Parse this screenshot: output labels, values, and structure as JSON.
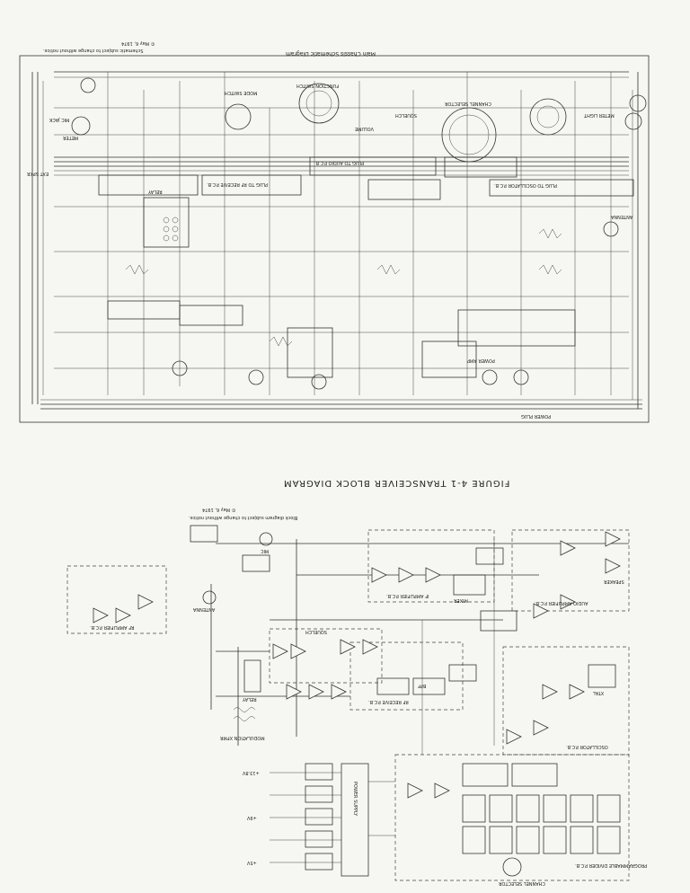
{
  "schematic": {
    "title": "Main Chassis Schematic Diagram",
    "notice": "Schematic subject to change without notice.",
    "date": "© May 6, 1974",
    "labels": {
      "meter": "METER",
      "mode_switch": "MODE SWITCH",
      "function_switch": "FUNCTION SWITCH",
      "channel_selector": "CHANNEL SELECTOR",
      "volume": "VOLUME",
      "squelch": "SQUELCH",
      "power_plug": "POWER PLUG",
      "plug_audio": "PLUG TO AUDIO P.C.B.",
      "plug_rf": "PLUG TO RF RECEIVE P.C.B.",
      "plug_osc": "PLUG TO OSCILLATOR P.C.B.",
      "relay": "RELAY",
      "mic_jack": "MIC JACK",
      "meter_light": "METER LIGHT",
      "speaker": "EXT SPKR",
      "antenna": "ANTENNA",
      "power_amp": "POWER AMP"
    }
  },
  "figure_caption": "FIGURE 4-1   TRANSCEIVER BLOCK DIAGRAM",
  "block_diagram": {
    "date": "© May 6, 1974",
    "notice": "Block diagram subject to change without notice.",
    "sections": {
      "rf_amplifier": "RF AMPLIFIER P.C.B.",
      "if_amplifier": "IF AMPLIFIER P.C.B.",
      "audio_amplifier": "AUDIO AMPLIFIER P.C.B.",
      "rf_receive": "RF RECEIVE P.C.B.",
      "oscillator": "OSCILLATOR P.C.B.",
      "programmable_divider": "PROGRAMMABLE DIVIDER P.C.B.",
      "power_supply": "POWER SUPPLY"
    },
    "labels": {
      "antenna": "ANTENNA",
      "mixer": "MIXER",
      "bpf": "BPF",
      "mic": "MIC",
      "speaker": "SPEAKER",
      "relay": "RELAY",
      "squelch": "SQUELCH",
      "modulation_xfmr": "MODULATION XFMR",
      "crystal": "XTAL",
      "channel_selector": "CHANNEL SELECTOR",
      "plus_13v": "+13.8V",
      "plus_9v": "+9V",
      "plus_5v": "+5V"
    }
  }
}
